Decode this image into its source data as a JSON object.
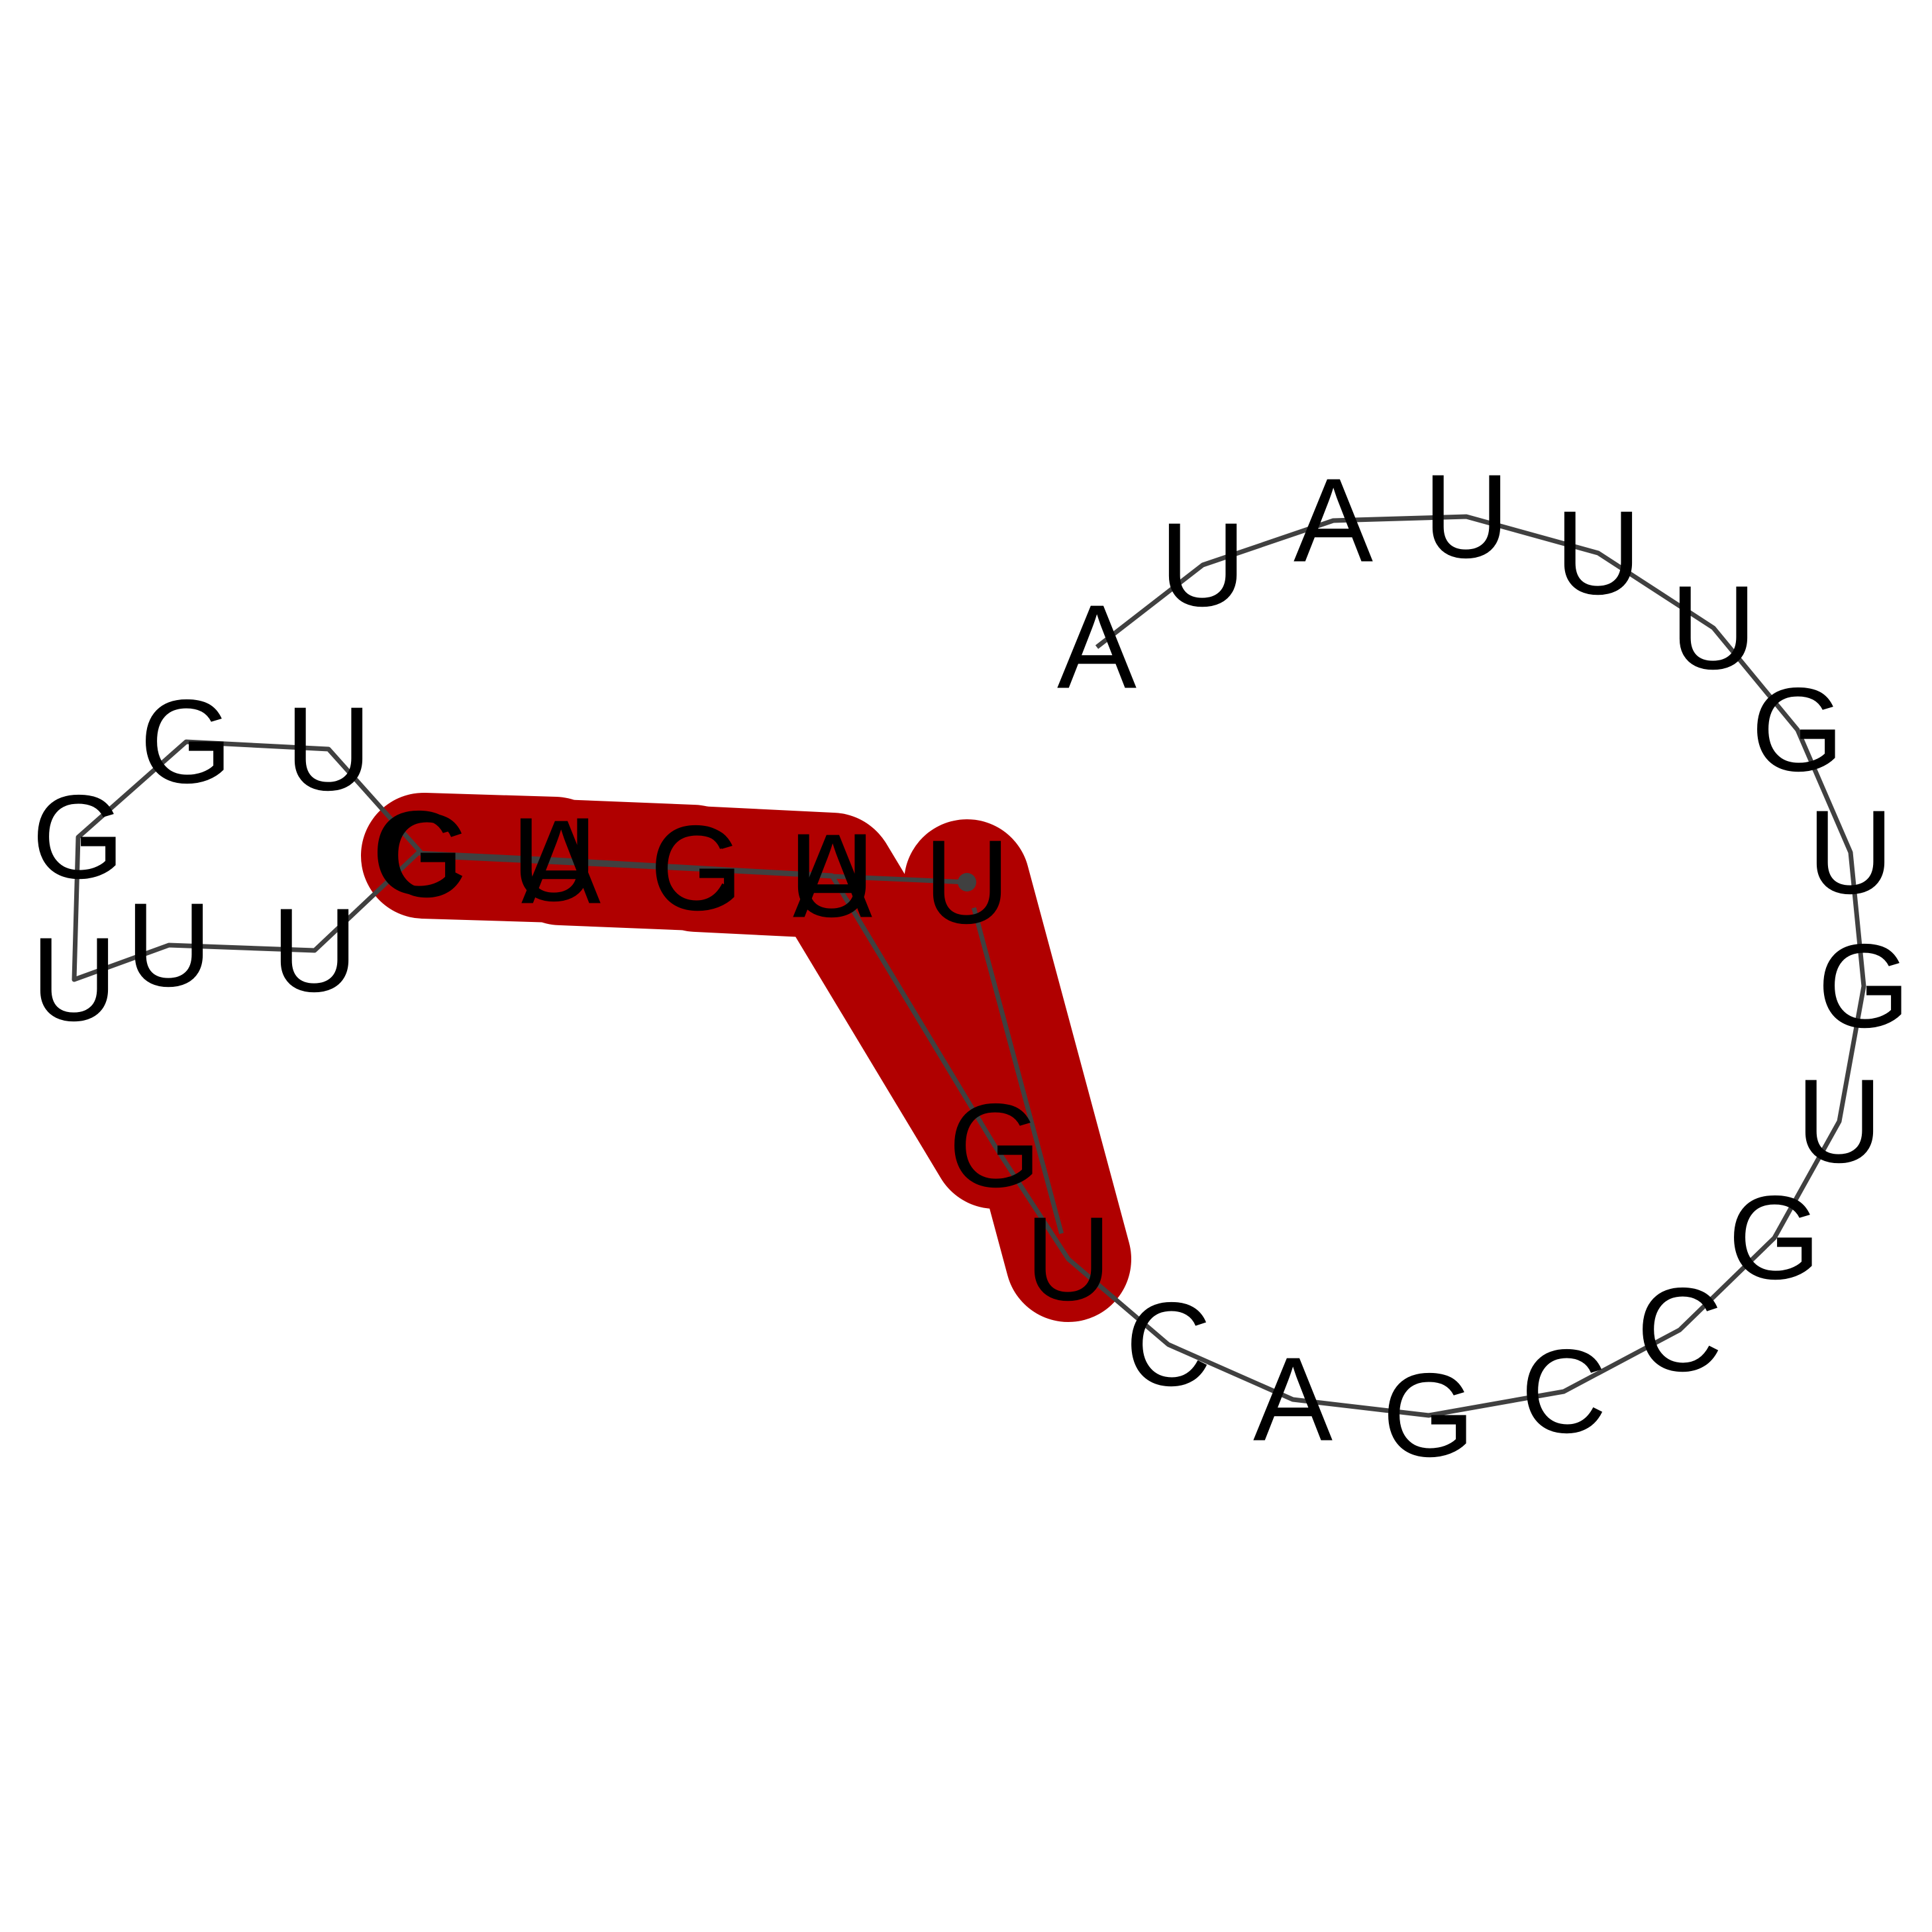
{
  "structure": {
    "sequence": [
      "A",
      "U",
      "A",
      "U",
      "U",
      "U",
      "G",
      "U",
      "G",
      "U",
      "G",
      "C",
      "C",
      "G",
      "A",
      "C",
      "U",
      "G",
      "U",
      "C",
      "U",
      "G",
      "U",
      "U",
      "U",
      "G",
      "G",
      "U",
      "C",
      "A",
      "G",
      "A",
      "U"
    ],
    "base_pairs": [
      [
        17,
        33
      ],
      [
        18,
        32
      ],
      [
        19,
        31
      ],
      [
        20,
        30
      ],
      [
        21,
        29
      ]
    ],
    "colors": {
      "backbone": "#404040",
      "helix_fill": "#b00000",
      "letter": "#000000"
    }
  }
}
